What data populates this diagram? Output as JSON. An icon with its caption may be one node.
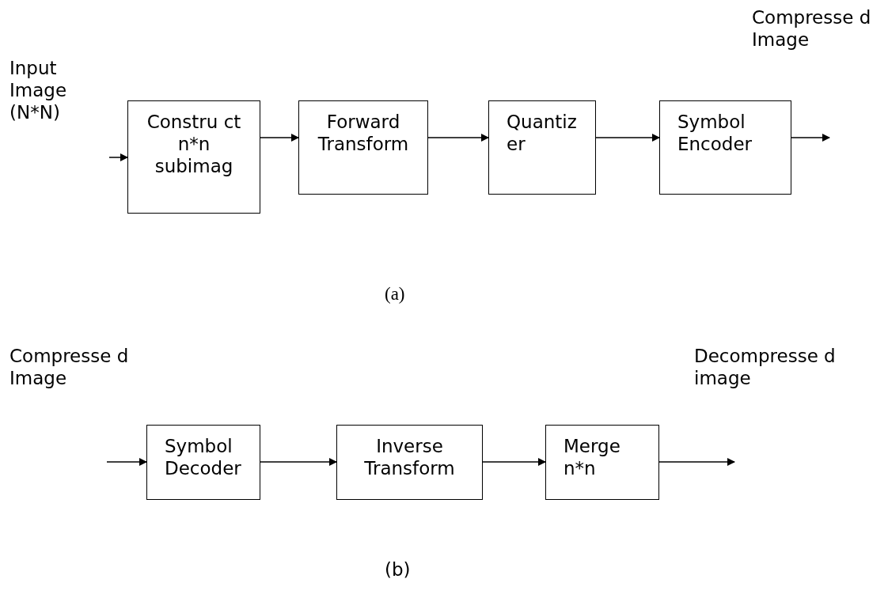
{
  "diagram": {
    "nodes": [
      {
        "text": [
          "Constru ct n*n subimag"
        ]
      },
      {
        "text": [
          "Forward Transform"
        ]
      },
      {
        "text": [
          "Quantiz er"
        ]
      },
      {
        "text": [
          "Symbol Encoder"
        ]
      },
      {
        "text": [
          "Symbol Decoder"
        ]
      },
      {
        "text": [
          "Inverse Transform"
        ]
      },
      {
        "text": [
          "Merge n*n"
        ]
      }
    ],
    "edges": [
      {
        "from": null,
        "to": 0,
        "arrow": "to"
      },
      {
        "from": 0,
        "to": 1,
        "arrow": "to"
      },
      {
        "from": 1,
        "to": 2,
        "arrow": "to"
      },
      {
        "from": 2,
        "to": 3,
        "arrow": "to"
      },
      {
        "from": 3,
        "to": null,
        "arrow": "to"
      },
      {
        "from": null,
        "to": 4,
        "arrow": "to"
      },
      {
        "from": 4,
        "to": 5,
        "arrow": "to"
      },
      {
        "from": 5,
        "to": 6,
        "arrow": "to"
      },
      {
        "from": 6,
        "to": null,
        "arrow": "to"
      }
    ],
    "labels": [
      "Compresse d Image",
      "Input Image (N*N)",
      "(a)",
      "Compresse d Image",
      "Decompresse d image",
      "(b)"
    ]
  }
}
